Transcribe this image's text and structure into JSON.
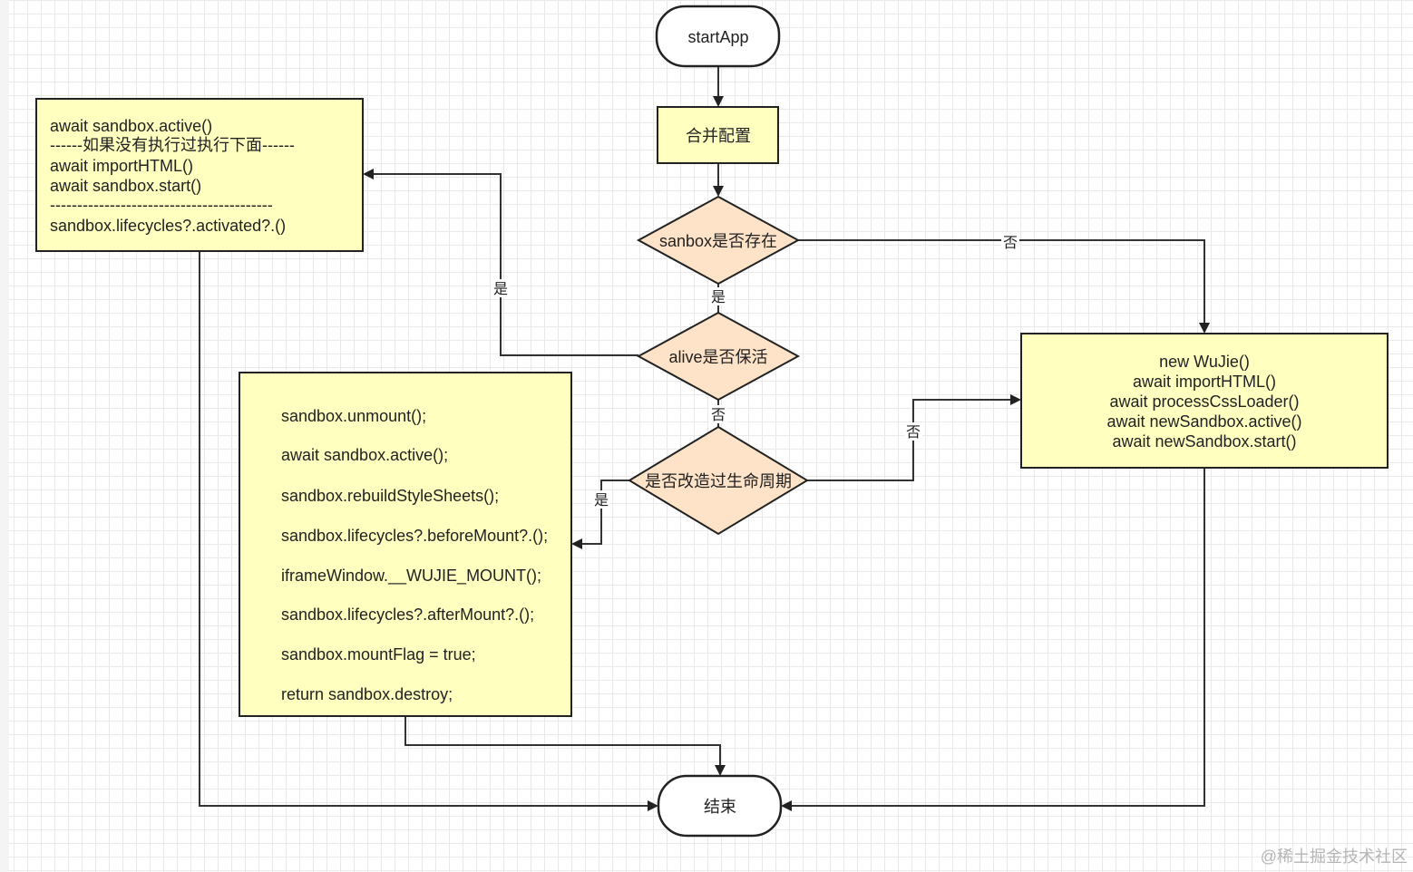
{
  "nodes": {
    "start": "startApp",
    "merge": "合并配置",
    "sanbox_check": "sanbox是否存在",
    "alive_check": "alive是否保活",
    "lifecycle_check": "是否改造过生命周期",
    "end": "结束"
  },
  "active_box": {
    "lines": [
      "await sandbox.active()",
      "------如果没有执行过执行下面------",
      "await importHTML()",
      "await sandbox.start()",
      "-----------------------------------------",
      "sandbox.lifecycles?.activated?.()"
    ]
  },
  "mount_box": {
    "lines": [
      "sandbox.unmount();",
      "await sandbox.active();",
      "sandbox.rebuildStyleSheets();",
      "sandbox.lifecycles?.beforeMount?.();",
      "iframeWindow.__WUJIE_MOUNT();",
      "sandbox.lifecycles?.afterMount?.();",
      "sandbox.mountFlag = true;",
      "return sandbox.destroy;"
    ]
  },
  "new_box": {
    "lines": [
      "new WuJie()",
      "await importHTML()",
      "await processCssLoader()",
      "await newSandbox.active()",
      "await newSandbox.start()"
    ]
  },
  "edge_labels": {
    "sanbox_no": "否",
    "sanbox_yes": "是",
    "alive_yes": "是",
    "alive_no": "否",
    "lifecycle_yes": "是",
    "lifecycle_no": "否"
  },
  "watermark": "@稀土掘金技术社区",
  "colors": {
    "process_fill": "#ffffc0",
    "decision_fill": "#ffe3c8",
    "stroke": "#222222"
  }
}
